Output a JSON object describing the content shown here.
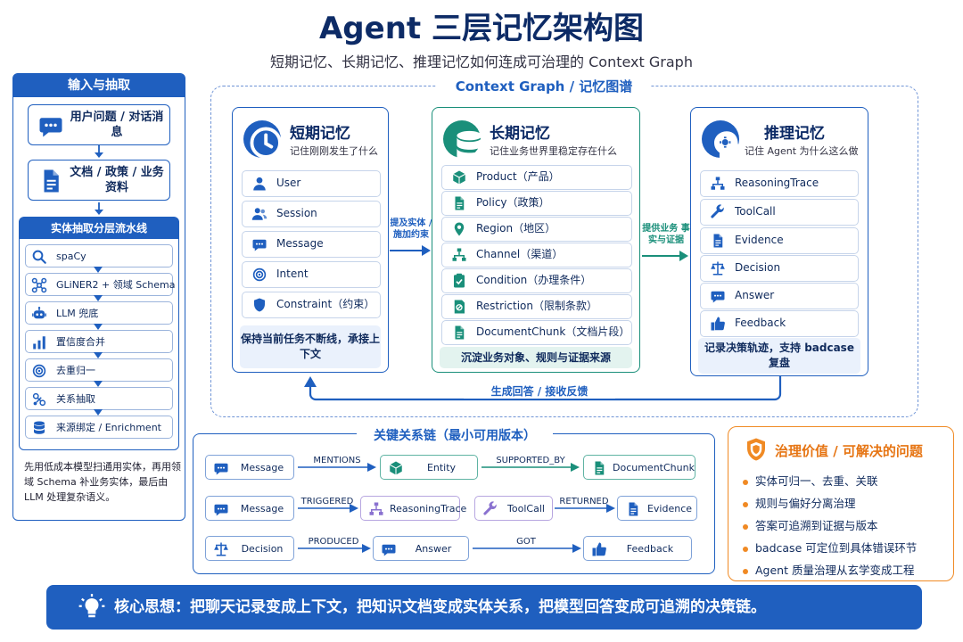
{
  "title": "Agent 三层记忆架构图",
  "subtitle": "短期记忆、长期记忆、推理记忆如何连成可治理的 Context Graph",
  "input": {
    "header": "输入与抽取",
    "sources": [
      "用户问题 / 对话消息",
      "文档 / 政策 / 业务资料"
    ],
    "pipeline_header": "实体抽取分层流水线",
    "pipeline_steps": [
      "spaCy",
      "GLiNER2 + 领域 Schema",
      "LLM 兜底",
      "置信度合并",
      "去重归一",
      "关系抽取",
      "来源绑定 / Enrichment"
    ],
    "note": "先用低成本模型扫通用实体，再用领域 Schema 补业务实体，最后由 LLM 处理复杂语义。"
  },
  "context_graph": {
    "title": "Context Graph / 记忆图谱",
    "short_term": {
      "title": "短期记忆",
      "subtitle": "记住刚刚发生了什么",
      "items": [
        "User",
        "Session",
        "Message",
        "Intent",
        "Constraint（约束）"
      ],
      "footer": "保持当前任务不断线，承接上下文"
    },
    "long_term": {
      "title": "长期记忆",
      "subtitle": "记住业务世界里稳定存在什么",
      "items": [
        "Product（产品）",
        "Policy（政策）",
        "Region（地区）",
        "Channel（渠道）",
        "Condition（办理条件）",
        "Restriction（限制条款）",
        "DocumentChunk（文档片段）"
      ],
      "footer": "沉淀业务对象、规则与证据来源"
    },
    "reasoning": {
      "title": "推理记忆",
      "subtitle": "记住 Agent 为什么这么做",
      "items": [
        "ReasoningTrace",
        "ToolCall",
        "Evidence",
        "Decision",
        "Answer",
        "Feedback"
      ],
      "footer": "记录决策轨迹，支持 badcase 复盘"
    },
    "arrow_short_long": "提及实体 / 施加约束",
    "arrow_long_reason": "提供业务 事实与证据",
    "arrow_feedback": "生成回答 / 接收反馈"
  },
  "relations": {
    "title": "关键关系链（最小可用版本）",
    "rows": [
      {
        "nodes": [
          "Message",
          "Entity",
          "DocumentChunk"
        ],
        "edges": [
          "MENTIONS",
          "SUPPORTED_BY"
        ]
      },
      {
        "nodes": [
          "Message",
          "ReasoningTrace",
          "ToolCall",
          "Evidence"
        ],
        "edges": [
          "TRIGGERED",
          "RETURNED"
        ]
      },
      {
        "nodes": [
          "Decision",
          "Answer",
          "Feedback"
        ],
        "edges": [
          "PRODUCED",
          "GOT"
        ]
      }
    ]
  },
  "governance": {
    "title": "治理价值 / 可解决的问题",
    "items": [
      "实体可归一、去重、关联",
      "规则与偏好分离治理",
      "答案可追溯到证据与版本",
      "badcase 可定位到具体错误环节",
      "Agent 质量治理从玄学变成工程"
    ]
  },
  "banner": "核心思想：把聊天记录变成上下文，把知识文档变成实体关系，把模型回答变成可追溯的决策链。",
  "colors": {
    "primary": "#1f5fbf",
    "green": "#1a8f7a",
    "orange": "#f08a24",
    "navy": "#0d2b66"
  },
  "icons": {
    "sources": [
      "chat-icon",
      "document-icon"
    ],
    "pipeline": [
      "search-icon",
      "network-icon",
      "robot-icon",
      "bar-chart-icon",
      "target-icon",
      "relation-icon",
      "database-icon"
    ],
    "short_term": [
      "user-icon",
      "users-icon",
      "chat-icon",
      "target-icon",
      "shield-icon"
    ],
    "long_term": [
      "box-icon",
      "document-icon",
      "location-icon",
      "hierarchy-icon",
      "checklist-icon",
      "restriction-icon",
      "document-icon"
    ],
    "reasoning": [
      "hierarchy-icon",
      "wrench-icon",
      "document-icon",
      "scale-icon",
      "chat-icon",
      "thumbs-up-icon"
    ]
  }
}
